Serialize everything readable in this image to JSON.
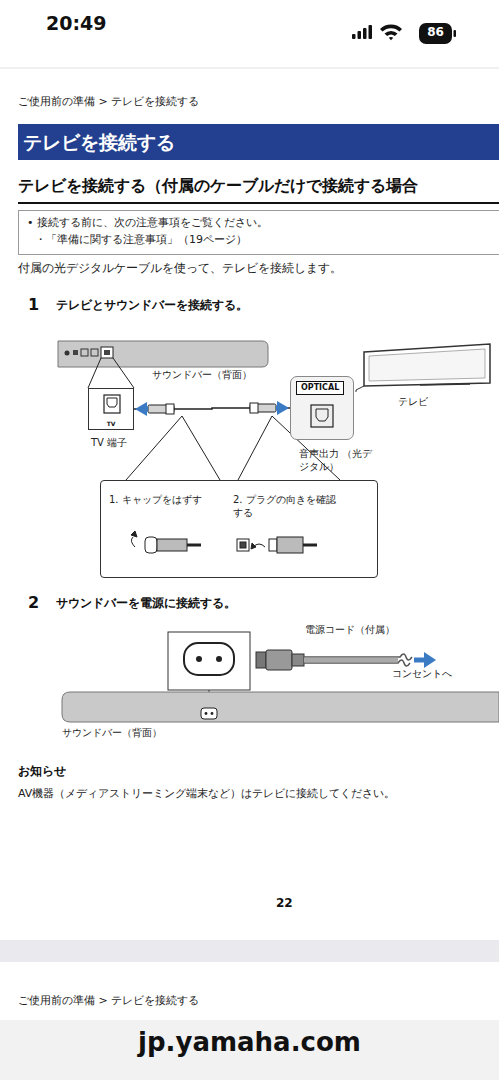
{
  "diagram": {
    "nodes": [
      {
        "text": [
          "テレビを接続する"
        ]
      },
      {
        "text": [
          "• 接続する前に、次の注意事項をご覧ください。",
          "・「準備に関する注意事項」（19ページ）"
        ]
      },
      {
        "text": [
          "TV",
          "TV 端子"
        ]
      },
      {
        "text": [
          "OPTICAL",
          "音声出力 （光デジタル）"
        ]
      },
      {
        "text": [
          "1. キャップをはずす",
          "2. プラグの向きを確認する"
        ]
      },
      {
        "text": [
          "jp.yamaha.com"
        ]
      }
    ],
    "edges": [
      {
        "from": 2,
        "to": 3,
        "arrow": "both"
      }
    ],
    "labels": [
      "20:49",
      "86",
      "ご使用前の準備 > テレビを接続する",
      "テレビを接続する（付属のケーブルだけで接続する場合",
      "付属の光デジタルケーブルを使って、テレビを接続します。",
      "1",
      "テレビとサウンドバーを接続する。",
      "サウンドバー（背面）",
      "テレビ",
      "2",
      "サウンドバーを電源に接続する。",
      "電源コード（付属）",
      "コンセントへ",
      "サウンドバー（背面）",
      "お知らせ",
      "AV機器（メディアストリーミング端末など）はテレビに接続してください。",
      "22",
      "ご使用前の準備 > テレビを接続する"
    ]
  }
}
